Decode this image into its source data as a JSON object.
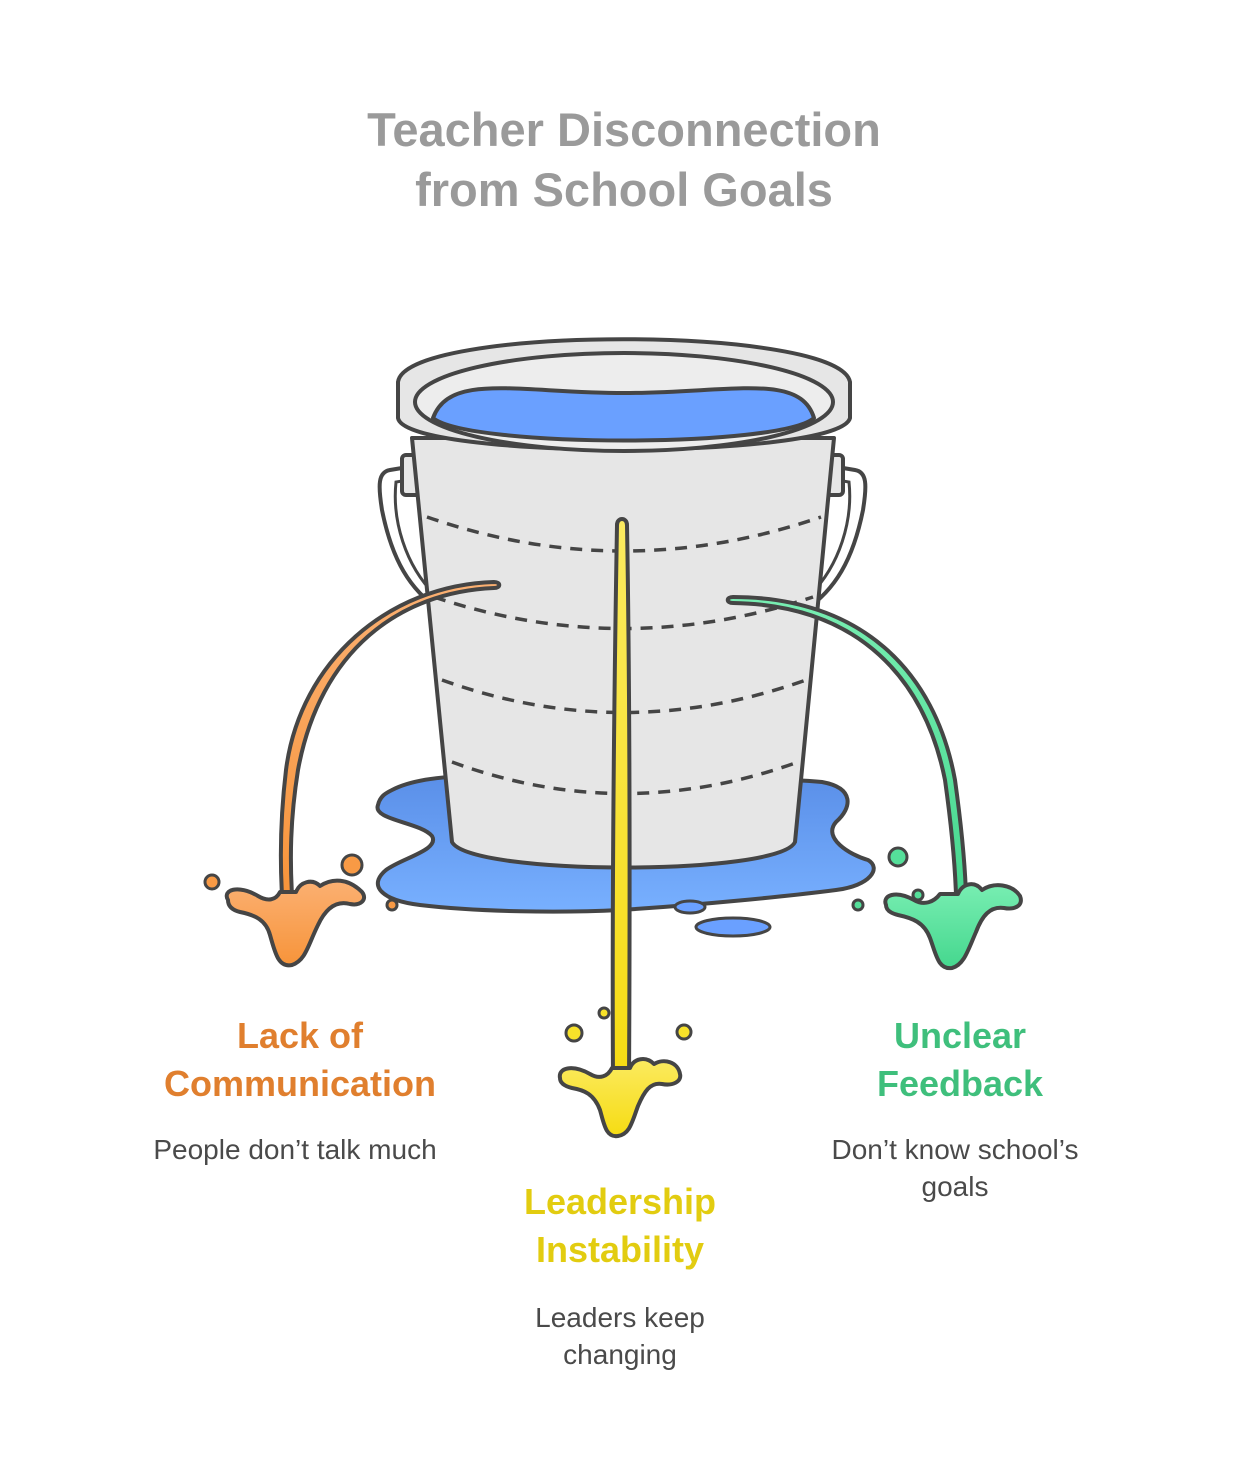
{
  "title": {
    "line1": "Teacher Disconnection",
    "line2": "from School Goals"
  },
  "leaks": [
    {
      "label_line1": "Lack of",
      "label_line2": "Communication",
      "description": "People don’t talk much",
      "color": "#e07f2e",
      "stream_color": "#f89a45"
    },
    {
      "label_line1": "Leadership",
      "label_line2": "Instability",
      "description": "Leaders keep changing",
      "color": "#e2cc10",
      "stream_color": "#f8e22a"
    },
    {
      "label_line1": "Unclear",
      "label_line2": "Feedback",
      "description": "Don’t know school’s goals",
      "color": "#3fbf7c",
      "stream_color": "#55df9a"
    }
  ],
  "colors": {
    "bucket": "#e6e6e6",
    "outline": "#454545",
    "water": "#6aa0ff",
    "title": "#9a9a9a"
  }
}
